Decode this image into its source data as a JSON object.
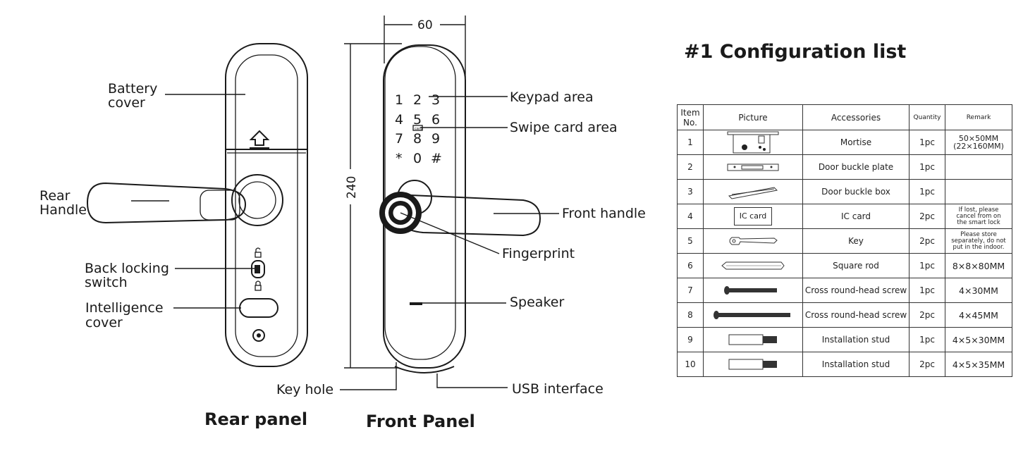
{
  "labels": {
    "battery_cover": [
      "Battery",
      "cover"
    ],
    "rear_handle": [
      "Rear",
      "Handle"
    ],
    "back_locking_switch": [
      "Back locking",
      "switch"
    ],
    "intelligence_cover": [
      "Intelligence",
      "cover"
    ],
    "key_hole": "Key hole",
    "keypad_area": "Keypad area",
    "swipe_card_area": "Swipe card area",
    "front_handle": "Front handle",
    "fingerprint": "Fingerprint",
    "speaker": "Speaker",
    "usb_interface": "USB interface"
  },
  "dimensions": {
    "width": "60",
    "height": "240"
  },
  "captions": {
    "rear": "Rear panel",
    "front": "Front Panel"
  },
  "keypad": {
    "row1": [
      "1",
      "2",
      "3"
    ],
    "row2": [
      "4",
      "5",
      "6"
    ],
    "row3": [
      "7",
      "8",
      "9"
    ],
    "row4": [
      "*",
      "0",
      "#"
    ],
    "card_mark": "card"
  },
  "config": {
    "title": "#1 Configuration list",
    "headers": {
      "item_no": [
        "Item",
        "No."
      ],
      "picture": "Picture",
      "accessories": "Accessories",
      "quantity": "Quantity",
      "remark": "Remark"
    },
    "rows": [
      {
        "no": "1",
        "picture": "mortise-icon",
        "accessory": "Mortise",
        "qty": "1pc",
        "remark": [
          "50×50MM",
          "(22×160MM)"
        ]
      },
      {
        "no": "2",
        "picture": "door-buckle-plate-icon",
        "accessory": "Door buckle plate",
        "qty": "1pc",
        "remark": []
      },
      {
        "no": "3",
        "picture": "door-buckle-box-icon",
        "accessory": "Door buckle box",
        "qty": "1pc",
        "remark": []
      },
      {
        "no": "4",
        "picture": "ic-card-icon",
        "picture_text": "IC card",
        "accessory": "IC card",
        "qty": "2pc",
        "remark": [
          "If lost, please",
          "cancel from on",
          "the smart lock"
        ]
      },
      {
        "no": "5",
        "picture": "key-icon",
        "accessory": "Key",
        "qty": "2pc",
        "remark": [
          "Please store",
          "separately, do not",
          "put in the indoor."
        ]
      },
      {
        "no": "6",
        "picture": "square-rod-icon",
        "accessory": "Square rod",
        "qty": "1pc",
        "remark": [
          "8×8×80MM"
        ]
      },
      {
        "no": "7",
        "picture": "short-screw-icon",
        "accessory": "Cross round-head screw",
        "qty": "1pc",
        "remark": [
          "4×30MM"
        ]
      },
      {
        "no": "8",
        "picture": "long-screw-icon",
        "accessory": "Cross round-head screw",
        "qty": "2pc",
        "remark": [
          "4×45MM"
        ]
      },
      {
        "no": "9",
        "picture": "stud-icon",
        "accessory": "Installation stud",
        "qty": "1pc",
        "remark": [
          "4×5×30MM"
        ]
      },
      {
        "no": "10",
        "picture": "stud-icon",
        "accessory": "Installation stud",
        "qty": "2pc",
        "remark": [
          "4×5×35MM"
        ]
      }
    ]
  }
}
